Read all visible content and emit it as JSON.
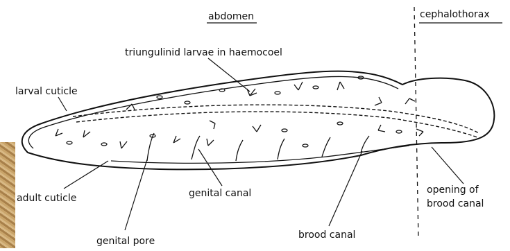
{
  "regions": {
    "abdomen": "abdomen",
    "cephalothorax": "cephalothorax"
  },
  "labels": {
    "larvae": "triungulinid larvae in haemocoel",
    "larval_cuticle": "larval cuticle",
    "adult_cuticle": "adult cuticle",
    "genital_canal": "genital canal",
    "opening_line1": "opening of",
    "opening_line2": "brood canal",
    "genital_pore": "genital pore",
    "brood_canal": "brood canal"
  },
  "colors": {
    "ink": "#111111",
    "background": "#ffffff"
  }
}
